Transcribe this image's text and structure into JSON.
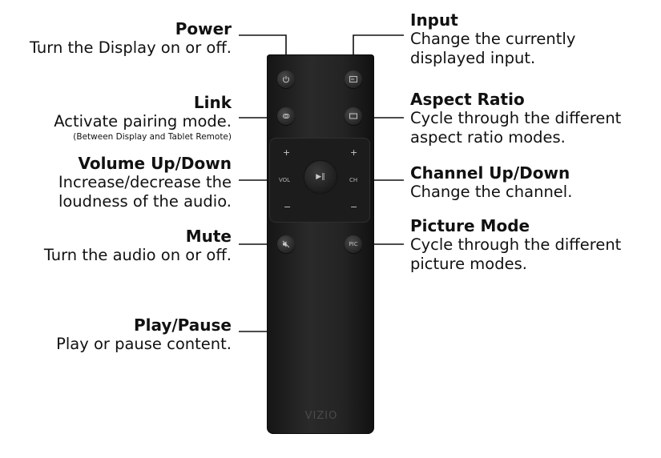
{
  "callouts": {
    "power": {
      "title": "Power",
      "desc": "Turn the Display on or off."
    },
    "link": {
      "title": "Link",
      "desc": "Activate pairing mode.",
      "note": "(Between Display and Tablet Remote)"
    },
    "volume": {
      "title": "Volume Up/Down",
      "desc": "Increase/decrease the\nloudness of the audio."
    },
    "mute": {
      "title": "Mute",
      "desc": "Turn the audio on or off."
    },
    "play_pause": {
      "title": "Play/Pause",
      "desc": "Play or pause content."
    },
    "input": {
      "title": "Input",
      "desc": "Change the currently\ndisplayed input."
    },
    "aspect_ratio": {
      "title": "Aspect Ratio",
      "desc": "Cycle through the different\naspect ratio modes."
    },
    "channel": {
      "title": "Channel Up/Down",
      "desc": "Change the channel."
    },
    "picture_mode": {
      "title": "Picture Mode",
      "desc": "Cycle through the different\npicture modes."
    }
  },
  "remote": {
    "vol_label": "VOL",
    "ch_label": "CH",
    "pic_label": "PIC",
    "plus": "+",
    "minus": "−",
    "play_glyph": "▶‖",
    "brand": "VIZIO"
  },
  "icons": {
    "power": "power-icon",
    "input": "input-icon",
    "link": "link-icon",
    "aspect": "aspect-ratio-icon",
    "mute": "mute-icon",
    "play": "play-pause-icon"
  }
}
